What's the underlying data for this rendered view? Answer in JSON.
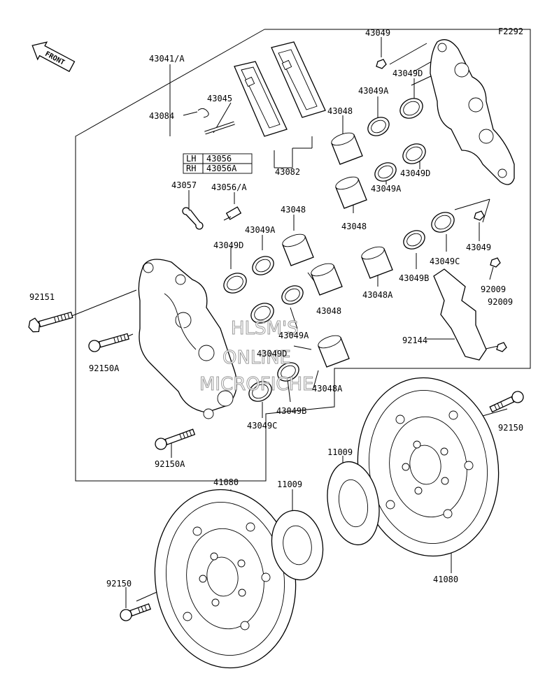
{
  "figure_code": "F2292",
  "front_label": "FRONT",
  "watermark": [
    "HLSM'S",
    "ONLINE",
    "MICROFICHE"
  ],
  "side_table": [
    {
      "side": "LH",
      "part": "43056"
    },
    {
      "side": "RH",
      "part": "43056A"
    }
  ],
  "parts": {
    "p43041A": "43041/A",
    "p43045": "43045",
    "p43084": "43084",
    "p43082": "43082",
    "p43057": "43057",
    "p43056A": "43056/A",
    "p43049_top": "43049",
    "p43049D_1": "43049D",
    "p43049A_1": "43049A",
    "p43048_1": "43048",
    "p43049D_2": "43049D",
    "p43049A_2": "43049A",
    "p43048_2": "43048",
    "p43049_mid": "43049",
    "p43049C_1": "43049C",
    "p43048_3": "43048",
    "p43049A_3": "43049A",
    "p43049D_3": "43049D",
    "p92151": "92151",
    "p43048_4": "43048",
    "p43049A_4": "43049A",
    "p43049B_1": "43049B",
    "p43048A_1": "43048A",
    "p92009_1": "92009",
    "p92150A_1": "92150A",
    "p43049D_4": "43049D",
    "p43048A_2": "43048A",
    "p92144": "92144",
    "p92009_2": "92009",
    "p43049B_2": "43049B",
    "p43049C_2": "43049C",
    "p92150_1": "92150",
    "p92150A_2": "92150A",
    "p11009_1": "11009",
    "p41080_1": "41080",
    "p11009_2": "11009",
    "p41080_2": "41080",
    "p92150_2": "92150"
  }
}
